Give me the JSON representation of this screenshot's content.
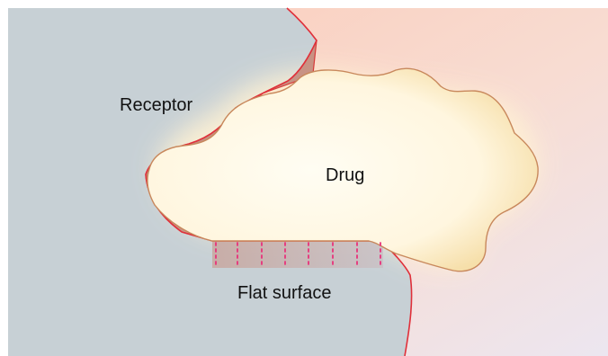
{
  "labels": {
    "receptor": "Receptor",
    "drug": "Drug",
    "flat_surface": "Flat surface"
  },
  "colors": {
    "receptor_region": "#c9d1d6",
    "surrounding_region": "#f9d8cb",
    "receptor_edge": "#e0303a",
    "drug_fill": "#fff8e6",
    "drug_outline": "#c8885c",
    "binding_band": "#c9857a",
    "dotted_lines": "#e8327a"
  }
}
